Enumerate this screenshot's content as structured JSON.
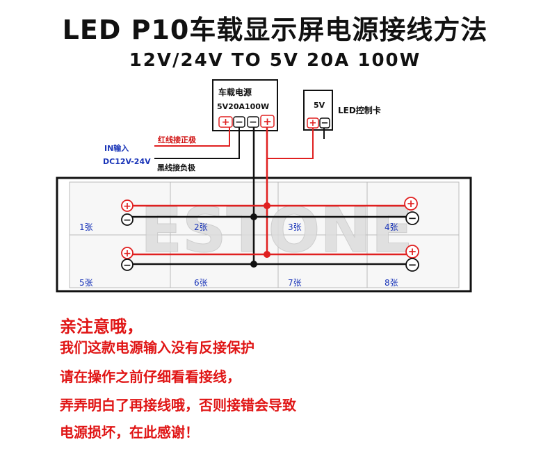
{
  "title": "LED P10车载显示屏电源接线方法",
  "subtitle": "12V/24V TO 5V 20A 100W",
  "power_supply": {
    "name": "车载电源",
    "spec": "5V20A100W",
    "terminals": [
      "+",
      "−",
      "−",
      "+"
    ]
  },
  "controller": {
    "voltage": "5V",
    "name": "LED控制卡",
    "terminals": [
      "+",
      "−"
    ]
  },
  "input": {
    "label": "IN输入",
    "voltage": "DC12V-24V",
    "red_wire": "红线接正极",
    "black_wire": "黑线接负极"
  },
  "panels": [
    "1张",
    "2张",
    "3张",
    "4张",
    "5张",
    "6张",
    "7张",
    "8张"
  ],
  "watermark": "ESTONE",
  "notes": {
    "heading": "亲注意哦，",
    "lines": [
      "我们这款电源输入没有反接保护",
      "请在操作之前仔细看看接线，",
      "弄弄明白了再接线哦，否则接错会导致",
      "电源损坏，在此感谢！"
    ]
  },
  "colors": {
    "red_wire": "#e02020",
    "black_wire": "#111111",
    "warning_text": "#e01515",
    "label_blue": "#1a35b8"
  }
}
